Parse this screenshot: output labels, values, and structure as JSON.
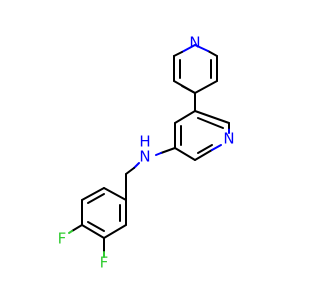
{
  "molecule": {
    "atoms": {
      "pyridine_top_n": {
        "symbol": "N",
        "color": "#0000ff"
      },
      "pyridine_mid_n": {
        "symbol": "N",
        "color": "#0000ff"
      },
      "amine_n": {
        "symbol": "N",
        "color": "#0000ff"
      },
      "amine_h": {
        "symbol": "H",
        "color": "#0000ff"
      },
      "fluorine_4": {
        "symbol": "F",
        "color": "#33cc33"
      },
      "fluorine_3": {
        "symbol": "F",
        "color": "#33cc33"
      }
    }
  }
}
